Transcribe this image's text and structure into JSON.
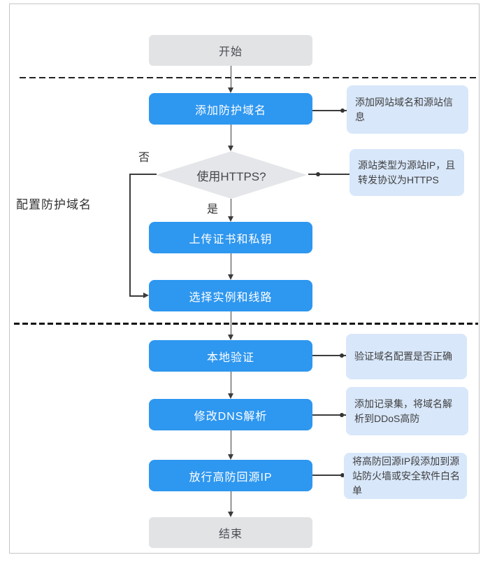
{
  "diagram": {
    "section_label": "配置防护域名",
    "nodes": {
      "start": "开始",
      "add_domain": "添加防护域名",
      "https_decision": "使用HTTPS?",
      "upload_cert": "上传证书和私钥",
      "select_instance": "选择实例和线路",
      "local_verify": "本地验证",
      "modify_dns": "修改DNS解析",
      "allow_source_ip": "放行高防回源IP",
      "end": "结束"
    },
    "branch_labels": {
      "no": "否",
      "yes": "是"
    },
    "notes": {
      "add_domain_note": "添加网站域名和源站信息",
      "https_note": "源站类型为源站IP，且转发协议为HTTPS",
      "local_verify_note": "验证域名配置是否正确",
      "modify_dns_note": "添加记录集，将域名解析到DDoS高防",
      "allow_source_ip_note": "将高防回源IP段添加到源站防火墙或安全软件白名单"
    },
    "colors": {
      "process_fill": "#2e97f0",
      "process_text": "#ffffff",
      "terminal_fill": "#e2e3e5",
      "decision_fill": "#e4e6e9",
      "note_fill": "#d8e7fa",
      "line": "#3c3c3c"
    }
  }
}
